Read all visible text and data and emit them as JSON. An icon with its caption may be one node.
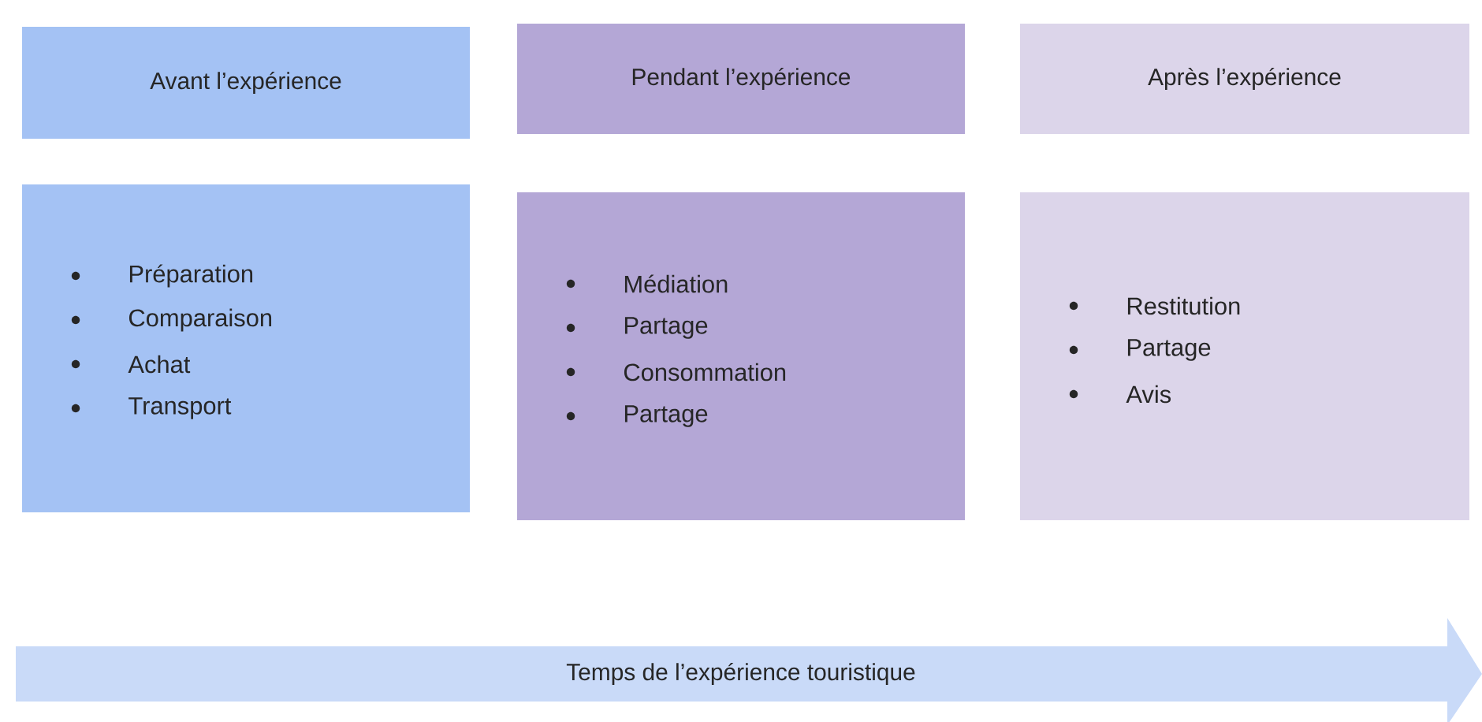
{
  "diagram": {
    "nodes": [
      {
        "text": [
          "Avant l’expérience"
        ]
      },
      {
        "text": [
          "Pendant l’expérience"
        ]
      },
      {
        "text": [
          "Après l’expérience"
        ]
      },
      {
        "text": [
          "Préparation",
          "Comparaison",
          "Achat",
          "Transport"
        ]
      },
      {
        "text": [
          "Médiation",
          "Partage",
          "Consommation",
          "Partage"
        ]
      },
      {
        "text": [
          "Restitution",
          "Partage",
          "Avis"
        ]
      },
      {
        "text": [
          "Temps de l’expérience touristique"
        ]
      }
    ]
  }
}
